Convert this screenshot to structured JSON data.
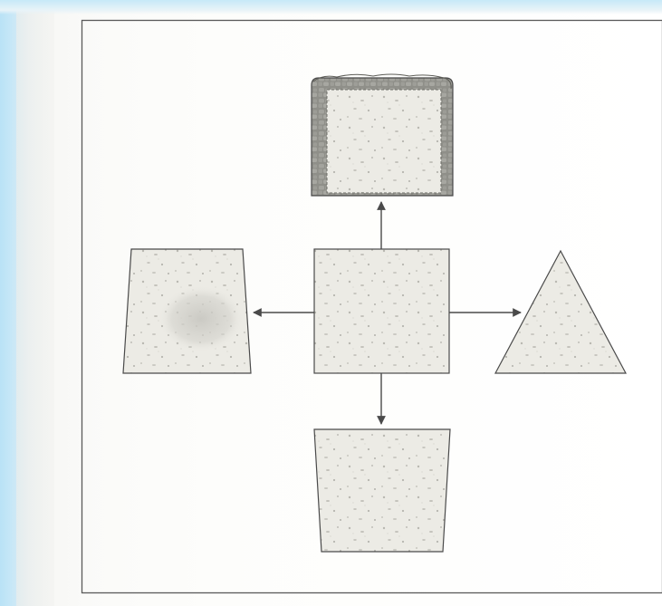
{
  "figure": {
    "style": "stipple-textured shapes with arrows",
    "shape_fill": "#ecebe5",
    "stroke": "#4a4a4a",
    "wall_fill": "#9a9a94",
    "center": {
      "shape": "square"
    },
    "targets": [
      {
        "direction": "up",
        "shape": "square with stone wall border"
      },
      {
        "direction": "left",
        "shape": "trapezoid, wider at bottom, shaded patch"
      },
      {
        "direction": "right",
        "shape": "triangle"
      },
      {
        "direction": "down",
        "shape": "trapezoid, wider at top"
      }
    ]
  }
}
